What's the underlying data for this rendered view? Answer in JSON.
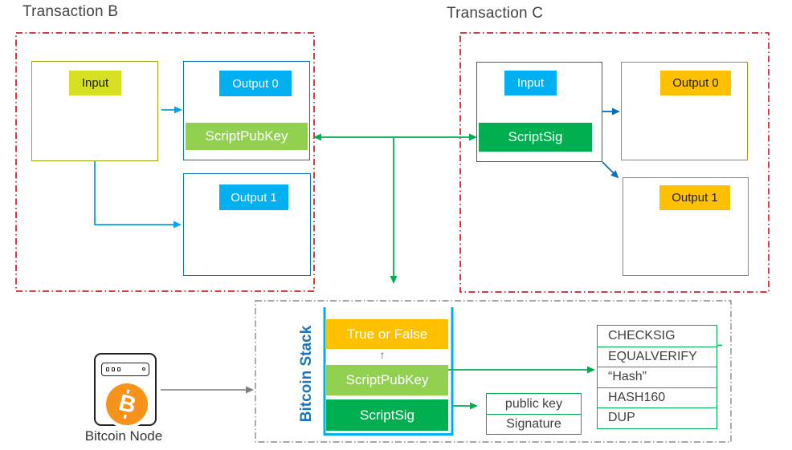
{
  "transaction_b": {
    "title": "Transaction B",
    "input_label": "Input",
    "output0_label": "Output 0",
    "scriptpubkey_label": "ScriptPubKey",
    "output1_label": "Output 1"
  },
  "transaction_c": {
    "title": "Transaction C",
    "input_label": "Input",
    "scriptsig_label": "ScriptSig",
    "output0_label": "Output 0",
    "output1_label": "Output 1"
  },
  "stack_panel": {
    "axis_label": "Bitcoin Stack",
    "up_arrow_glyph": "↑",
    "items": [
      {
        "label": "True or False",
        "color": "#FFC000"
      },
      {
        "label": "ScriptPubKey",
        "color": "#92D050"
      },
      {
        "label": "ScriptSig",
        "color": "#00B050"
      }
    ]
  },
  "ops_table": {
    "rows": [
      "CHECKSIG",
      "EQUALVERIFY",
      "“Hash”",
      "HASH160",
      "DUP"
    ]
  },
  "keys_table": {
    "rows": [
      "public key",
      "Signature"
    ]
  },
  "bitcoin_node": {
    "label": "Bitcoin Node",
    "coin_glyph": "B"
  },
  "colors": {
    "dashed_transaction_border": "#C00000",
    "dashed_stack_border": "#8C8C8C",
    "blue_box_border": "#0A6FBD",
    "olive_box_border": "#A2A613",
    "tan_box_border": "#B8860B",
    "cyan_fill": "#00B0F0",
    "chartreuse_fill": "#D6E021",
    "amber_fill": "#FFC000",
    "light_green_fill": "#92D050",
    "green_fill": "#00B050",
    "bitcoin_orange": "#F7931A",
    "stack_label_blue": "#1B76C0",
    "title_text": "#3F4549"
  }
}
